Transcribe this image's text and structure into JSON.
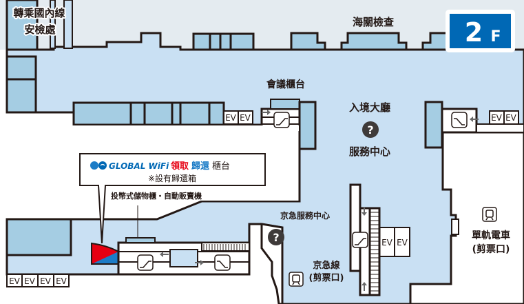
{
  "floor_badge": {
    "number": "2",
    "unit": "F",
    "color": "#0068b5"
  },
  "colors": {
    "hall": "#c9e0f3",
    "shop": "#a5cde3",
    "restricted": "#e4ebf0",
    "wall": "#231815",
    "wifi_red": "#e60012",
    "wifi_blue": "#1c7cc7"
  },
  "labels": {
    "domestic_transfer_line1": "轉乘國內線",
    "domestic_transfer_line2": "安檢處",
    "customs": "海關檢查",
    "meeting_counter": "會議櫃台",
    "arrival_lobby": "入境大廳",
    "service_center": "服務中心",
    "keikyu_service_center": "京急服務中心",
    "keikyu_line": "京急線",
    "keikyu_gate": "(剪票口)",
    "monorail": "單軌電車",
    "monorail_gate": "(剪票口)",
    "lockers_vending": "投幣式儲物櫃・自動販賣機",
    "ev": "EV"
  },
  "callout": {
    "brand": "GLOBAL WiFi",
    "pickup": "領取",
    "return": "歸還",
    "counter": "櫃台",
    "note": "※設有歸還箱"
  },
  "icons": [
    "info-question-icon",
    "train-icon",
    "escalator-icon",
    "globe-icon",
    "wifi-icon",
    "arrow-icon"
  ]
}
